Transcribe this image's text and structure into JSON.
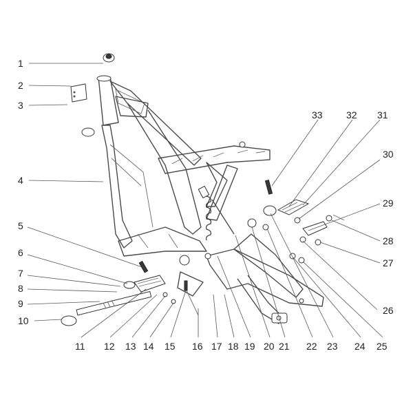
{
  "callouts": [
    {
      "id": 1,
      "label": "1"
    },
    {
      "id": 2,
      "label": "2"
    },
    {
      "id": 3,
      "label": "3"
    },
    {
      "id": 4,
      "label": "4"
    },
    {
      "id": 5,
      "label": "5"
    },
    {
      "id": 6,
      "label": "6"
    },
    {
      "id": 7,
      "label": "7"
    },
    {
      "id": 8,
      "label": "8"
    },
    {
      "id": 9,
      "label": "9"
    },
    {
      "id": 10,
      "label": "10"
    },
    {
      "id": 11,
      "label": "11"
    },
    {
      "id": 12,
      "label": "12"
    },
    {
      "id": 13,
      "label": "13"
    },
    {
      "id": 14,
      "label": "14"
    },
    {
      "id": 15,
      "label": "15"
    },
    {
      "id": 16,
      "label": "16"
    },
    {
      "id": 17,
      "label": "17"
    },
    {
      "id": 18,
      "label": "18"
    },
    {
      "id": 19,
      "label": "19"
    },
    {
      "id": 20,
      "label": "20"
    },
    {
      "id": 21,
      "label": "21"
    },
    {
      "id": 22,
      "label": "22"
    },
    {
      "id": 23,
      "label": "23"
    },
    {
      "id": 24,
      "label": "24"
    },
    {
      "id": 25,
      "label": "25"
    },
    {
      "id": 26,
      "label": "26"
    },
    {
      "id": 27,
      "label": "27"
    },
    {
      "id": 28,
      "label": "28"
    },
    {
      "id": 29,
      "label": "29"
    },
    {
      "id": 30,
      "label": "30"
    },
    {
      "id": 31,
      "label": "31"
    },
    {
      "id": 32,
      "label": "32"
    },
    {
      "id": 33,
      "label": "33"
    }
  ],
  "colors": {
    "line": "#4a4a4a",
    "text": "#222222",
    "background": "#ffffff"
  }
}
